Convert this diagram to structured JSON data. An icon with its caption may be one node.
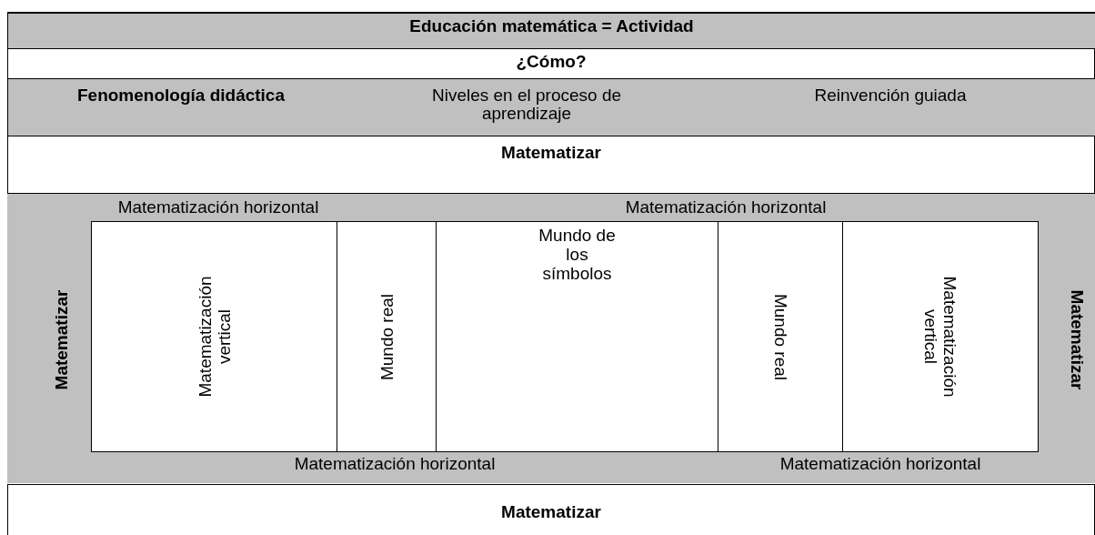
{
  "diagram": {
    "nodes": [
      {
        "text": [
          "Educación matemática = Actividad"
        ]
      },
      {
        "text": [
          "¿Cómo?"
        ]
      },
      {
        "text": [
          "Fenomenología didáctica",
          "Niveles en el proceso de aprendizaje",
          "Reinvención guiada"
        ]
      },
      {
        "text": [
          "Matematizar"
        ]
      },
      {
        "text": [],
        "shape": "box"
      },
      {
        "text": [
          "Matematización vertical"
        ],
        "in": 4
      },
      {
        "text": [
          "Mundo real"
        ],
        "in": 4
      },
      {
        "text": [
          "Mundo de los símbolos"
        ],
        "in": 4
      },
      {
        "text": [
          "Mundo real"
        ],
        "in": 4
      },
      {
        "text": [
          "Matematización vertical"
        ],
        "in": 4
      },
      {
        "text": [
          "Matematizar"
        ]
      }
    ],
    "labels": [
      "Matematización horizontal",
      "Matematización horizontal",
      "Matematizar",
      "Matematizar",
      "Matematización horizontal",
      "Matematización horizontal"
    ]
  }
}
